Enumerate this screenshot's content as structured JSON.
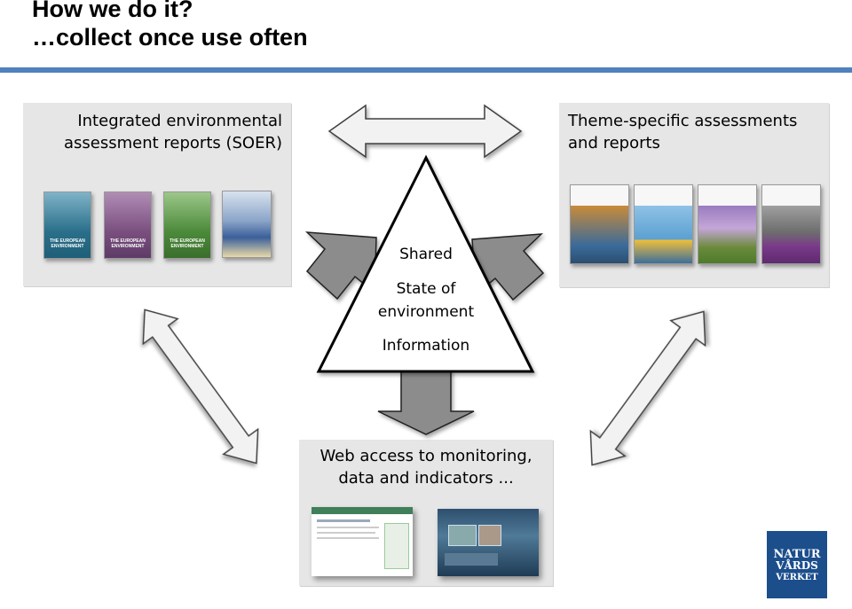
{
  "header": {
    "title_line1": "How we do it?",
    "title_line2": "…collect once use often"
  },
  "panels": {
    "soer": {
      "line1": "Integrated environmental",
      "line2": "assessment reports (SOER)"
    },
    "theme": {
      "line1": "Theme-specific assessments",
      "line2": "and reports"
    },
    "web": {
      "line1": "Web access to monitoring,",
      "line2": "data and indicators ..."
    }
  },
  "center": {
    "shared": "Shared",
    "state_line1": "State of",
    "state_line2": "environment",
    "information": "Information"
  },
  "soer_covers": [
    {
      "text": "THE EUROPEAN ENVIRONMENT",
      "color": "#2a6f8a"
    },
    {
      "text": "THE EUROPEAN ENVIRONMENT",
      "color": "#7a4f7f"
    },
    {
      "text": "THE EUROPEAN ENVIRONMENT",
      "color": "#4c8a3a"
    },
    {
      "text": "",
      "color": "#3b5f9a"
    }
  ],
  "logo": {
    "line1": "NATUR",
    "line2": "VÅRDS",
    "line3": "VERKET"
  },
  "colors": {
    "rule": "#4f81bd",
    "panel": "#e6e6e6",
    "arrow_fill": "#f2f2f2",
    "arrow_dark": "#8c8c8c",
    "logo_bg": "#1c4e8c"
  }
}
